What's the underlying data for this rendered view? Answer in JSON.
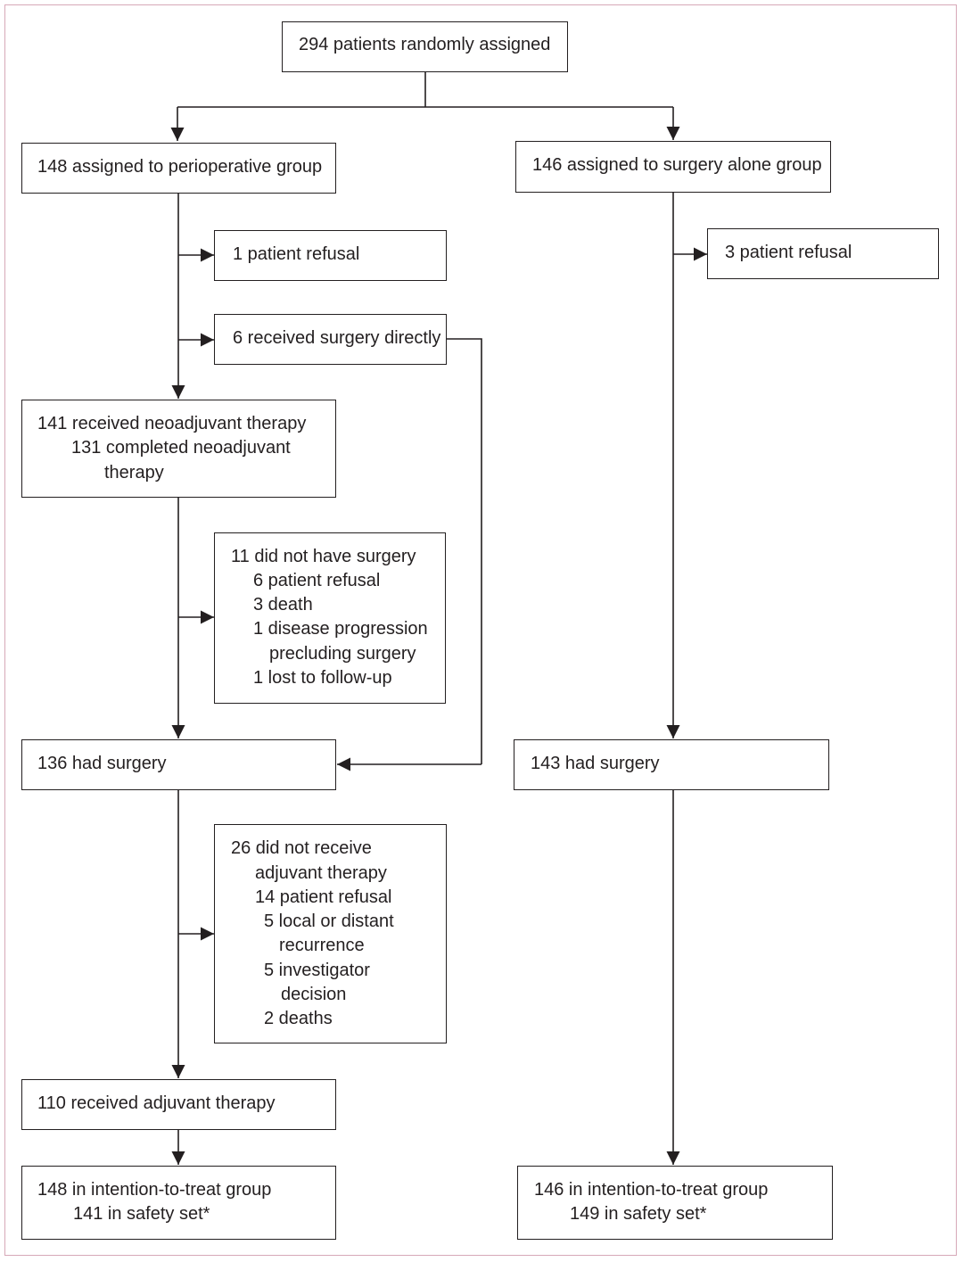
{
  "flowchart": {
    "top": {
      "text": "294 patients randomly assigned"
    },
    "left": {
      "assigned": "148 assigned to perioperative group",
      "refusal": "1 patient refusal",
      "direct_surgery": "6 received surgery directly",
      "neoadjuvant": [
        "141 received neoadjuvant therapy",
        "131 completed neoadjuvant",
        "therapy"
      ],
      "no_surgery": [
        "11 did not have surgery",
        "6 patient refusal",
        "3 death",
        "1 disease progression",
        "precluding surgery",
        "1 lost to follow-up"
      ],
      "had_surgery": "136 had surgery",
      "no_adjuvant": [
        "26 did not receive",
        "adjuvant therapy",
        "14 patient refusal",
        "5 local or distant",
        "recurrence",
        "5 investigator",
        "decision",
        "2 deaths"
      ],
      "adjuvant": "110 received adjuvant therapy",
      "final": [
        "148 in intention-to-treat group",
        "141 in safety set*"
      ]
    },
    "right": {
      "assigned": "146 assigned to surgery alone group",
      "refusal": "3 patient refusal",
      "had_surgery": "143 had surgery",
      "final": [
        "146 in intention-to-treat group",
        "149 in safety set*"
      ]
    }
  },
  "colors": {
    "line": "#231f20",
    "frame": "#d7a8b8",
    "background": "#ffffff"
  }
}
